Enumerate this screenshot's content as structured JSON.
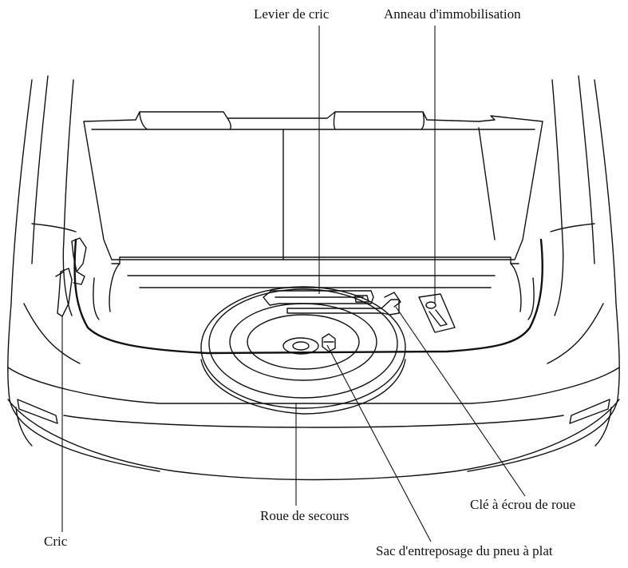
{
  "labels": {
    "jack_lever": "Levier de cric",
    "tie_down_ring": "Anneau d'immobilisation",
    "spare_wheel": "Roue de secours",
    "lug_wrench": "Clé à écrou de roue",
    "jack": "Cric",
    "flat_tire_bag": "Sac d'entreposage du pneu à plat"
  }
}
